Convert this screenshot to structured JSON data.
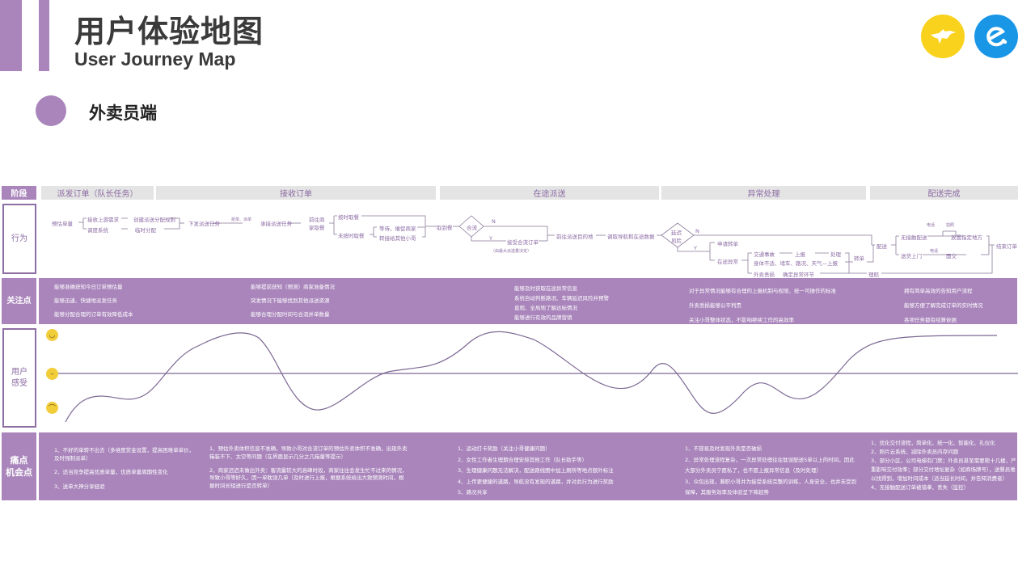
{
  "header": {
    "title_cn": "用户体验地图",
    "title_en": "User Journey Map",
    "section_title": "外卖员端",
    "logos": [
      {
        "name": "kangaroo-logo-icon",
        "color": "#f9d21d"
      },
      {
        "name": "eleme-logo-icon",
        "color": "#1a96e6"
      }
    ]
  },
  "colors": {
    "accent": "#a985bb",
    "phase_bg": "#e4e4e4",
    "line": "#7d6894"
  },
  "phases": {
    "label": "阶段",
    "items": [
      {
        "label": "派发订单（队长任务）"
      },
      {
        "label": "接收订单"
      },
      {
        "label": "在途派送"
      },
      {
        "label": "异常处理"
      },
      {
        "label": "配送完成"
      }
    ]
  },
  "behavior": {
    "label": "行为",
    "nodes": {
      "n1": "预估单量",
      "n2": "接收上游需求",
      "n3": "调度系统",
      "n4": "创建派送分配规则",
      "n5": "临时分配",
      "n6": "下发派送任务",
      "n7": "抢单、派单",
      "n8": "承接派送任务",
      "n9a": "前往商",
      "n9b": "家取餐",
      "n10": "按时取餐",
      "n11": "未按时取餐",
      "n12": "等待，催促商家",
      "n13": "转接给其他小哥",
      "n14": "取到餐",
      "n15": "合流",
      "n16": "N",
      "n17": "Y",
      "n18": "接受合流订单",
      "n19": "（由最大派送量决定）",
      "n20": "前往派送目的地",
      "n21": "调取导航和在途数据",
      "n22a": "延迟",
      "n22b": "风险",
      "n23": "N",
      "n24": "Y",
      "n25": "申请转单",
      "n26": "在途异常",
      "n27": "交通事故",
      "n28": "上报",
      "n29": "处理",
      "n30": "身体不适、堵车、路况、天气—上报",
      "n31": "外卖丢损",
      "n32": "确定异常环节",
      "n33": "转单",
      "n34": "理赔",
      "n35": "配送",
      "n36": "无接触配送",
      "n37": "电话",
      "n38": "拍照",
      "n39": "放置指定地方",
      "n40": "送货上门",
      "n41": "电话",
      "n42": "面交",
      "n43": "结束订单"
    }
  },
  "focus": {
    "label": "关注点",
    "columns": [
      [
        "能够准确获知今日订单预估量",
        "能够迅速、快捷地派发任务",
        "能够分配合理的订单有效降低成本"
      ],
      [
        "能够提前获知（预测）商家准备情况",
        "突发情况下能够找到其他派送资源",
        "能够合理分配时间与合流并单数量"
      ],
      [
        "能够及时获取在途异常信息",
        "系统自动判断路况、车辆延迟风险并预警",
        "直观、全局地了解达标情况",
        "能够进行有效的品牌营销"
      ],
      [
        "对于异常情况能够有合理的上报机制与权限、统一可操作的标准",
        "外卖丢损能够公平判责",
        "关注小哥整体状态，不影响继续工作的高效率"
      ],
      [
        "拥有简单高效的告知用户流程",
        "能够方便了解完成订单的实时情况",
        "各项任务都有结算依据"
      ]
    ]
  },
  "feeling": {
    "label_line1": "用户",
    "label_line2": "感受",
    "levels": [
      "happy",
      "neutral",
      "sad"
    ]
  },
  "chart_data": {
    "type": "line",
    "title": "用户感受",
    "ylabel": "情绪",
    "ylim": [
      -1,
      1
    ],
    "baseline": 0,
    "x": [
      80,
      125,
      170,
      220,
      290,
      320,
      380,
      410,
      480,
      540,
      590,
      640,
      680,
      770,
      810,
      860,
      940,
      1000,
      1070,
      1130,
      1232
    ],
    "values": [
      -0.9,
      -0.3,
      -0.45,
      -0.1,
      0.8,
      0.75,
      -0.4,
      -0.2,
      0.05,
      0.2,
      0.8,
      0.8,
      0.5,
      -0.4,
      0.0,
      -0.25,
      -0.25,
      -0.5,
      -0.4,
      -0.4,
      0.8
    ]
  },
  "pain": {
    "label_line1": "痛点",
    "label_line2": "机会点",
    "columns": [
      [
        "1、不好的单转不出去（多维度赏金设置，提高困难单单价，及时强制派单）",
        "2、适当竞争提高优质单量，优质单量周期性变化",
        "3、送单大神分享经验"
      ],
      [
        "1、预估外卖体积信息不准确，导致小哥对合流订单的预估外卖体积不准确，出现外卖箱装不下、太空等问题（在界面显示几分之几箱量等提示）",
        "2、商家迟迟未做出外卖：客流量较大的高峰时段，商家往往会发生忙不过来的情况，导致小哥等好久，因一单耽误几单（及时进行上报，根据系统给出大致预测时间，根据时间长短进行是否转单）"
      ],
      [
        "1、运动打卡奖励（关注小哥健康问题）",
        "2、女性工作者生理期合理安排其他工作（队长助手等）",
        "3、生理健康问题无法解决，配送路线图中加上厕所等地点额外标注",
        "4、上传更便捷的道路，导航没有发现的道路，并对此行为进行奖励",
        "5、路况共享"
      ],
      [
        "1、不容易及时发现外卖是否破损",
        "2、异常处理流程复杂，一次异常处理往往耽误配送5单以上的时间，因此大部分外卖员宁愿私了，也不愿上报异常信息（及时处理）",
        "3、众包出现，兼职小哥并为接受系统完整的训练，人身安全，也并未受到保障，其服务效率及体验呈下降趋势"
      ],
      [
        "1、优化交付流程，简单化、统一化、智能化、礼仪化",
        "2、照片云系统，减除外卖员内存问题",
        "3、部分小区、公司电梯有门禁；外卖员甚至需要爬十几楼，严重影响交付效率；部分交付地址复杂（如商场牌号），送餐员难以找得到，增加时间成本（适当延长时间，并告知消费者）",
        "4、无接触配送订单被错拿、丢失（监控）"
      ]
    ]
  }
}
